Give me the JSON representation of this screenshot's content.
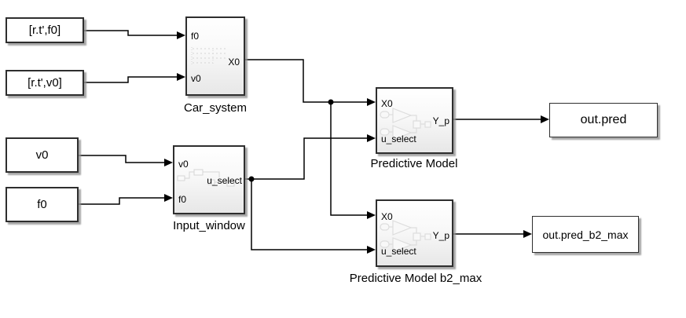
{
  "diagram": {
    "sources": [
      {
        "label": "[r.t',f0]"
      },
      {
        "label": "[r.t',v0]"
      },
      {
        "label": "v0"
      },
      {
        "label": "f0"
      }
    ],
    "subsystems": [
      {
        "name": "Car_system",
        "in1": "f0",
        "in2": "v0",
        "out1": "X0"
      },
      {
        "name": "Input_window",
        "in1": "v0",
        "in2": "f0",
        "out1": "u_select"
      },
      {
        "name": "Predictive Model",
        "in1": "X0",
        "in2": "u_select",
        "out1": "Y_p"
      },
      {
        "name": "Predictive Model b2_max",
        "in1": "X0",
        "in2": "u_select",
        "out1": "Y_p"
      }
    ],
    "sinks": [
      {
        "label": "out.pred"
      },
      {
        "label": "out.pred_b2_max"
      }
    ],
    "icons": [
      {
        "name": "car-system-preview-icon"
      },
      {
        "name": "input-window-preview-icon"
      },
      {
        "name": "predictive-model-preview-icon"
      },
      {
        "name": "predictive-model-b2max-preview-icon"
      }
    ],
    "colors": {
      "canvas_bg": "#ffffff",
      "block_border": "#2e2e2e",
      "block_fill": "#ffffff",
      "subsystem_gradient_top": "#ffffff",
      "subsystem_gradient_bottom": "#e7e7e7",
      "wire": "#000000",
      "shadow": "#919191",
      "faint_preview": "#d6d6d6"
    }
  }
}
